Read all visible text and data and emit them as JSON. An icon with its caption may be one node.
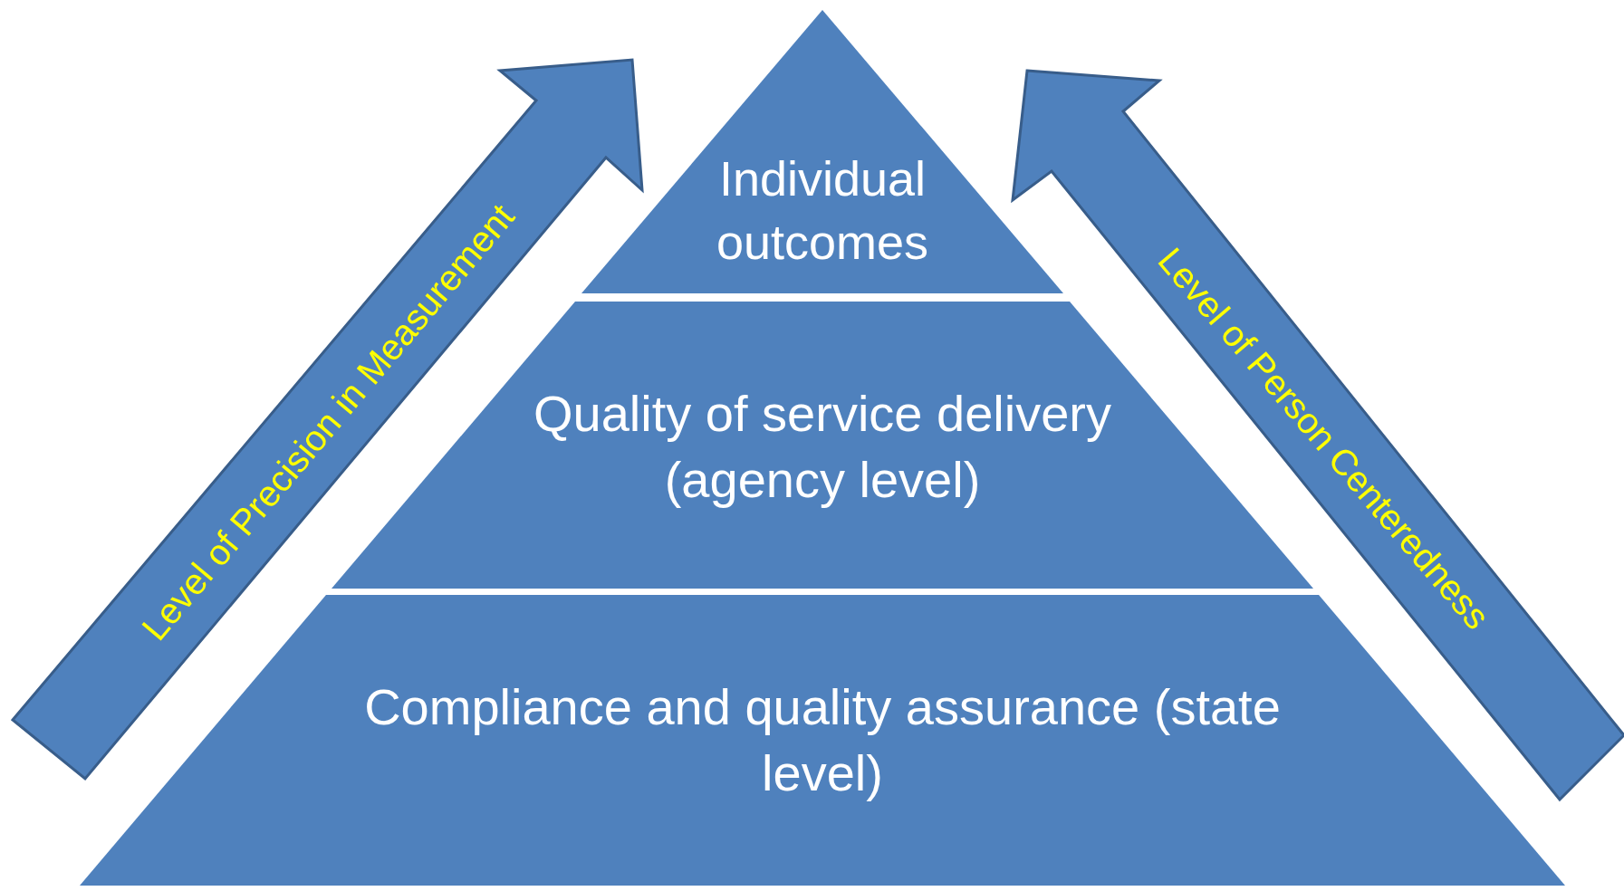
{
  "diagram": {
    "nodes": [
      {
        "text": [
          "Individual outcomes"
        ]
      },
      {
        "text": [
          "Quality of service delivery (agency level)"
        ]
      },
      {
        "text": [
          "Compliance and quality assurance (state level)"
        ]
      },
      {
        "text": [
          "Level of Precision in Measurement"
        ]
      },
      {
        "text": [
          "Level of Person Centeredness"
        ]
      }
    ]
  }
}
